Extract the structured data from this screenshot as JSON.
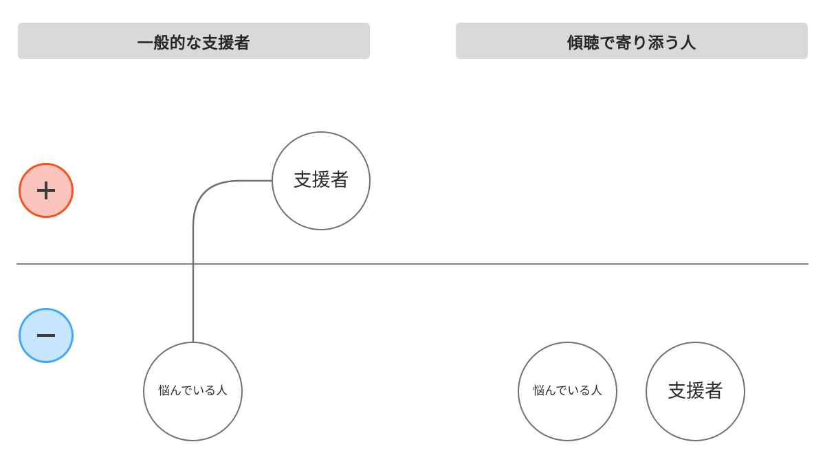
{
  "columns": [
    {
      "id": "general-supporter",
      "title": "一般的な支援者"
    },
    {
      "id": "active-listener",
      "title": "傾聴で寄り添う人"
    }
  ],
  "axis": {
    "positive_label": "+",
    "negative_label": "−",
    "positive_fill": "#fac4bc",
    "positive_border": "#f4511e",
    "negative_fill": "#c6e6fd",
    "negative_border": "#42a5f5",
    "divider_color": "#808080"
  },
  "nodes": [
    {
      "id": "left-supporter",
      "label": "支援者",
      "column": "general-supporter",
      "polarity": "positive"
    },
    {
      "id": "left-troubled",
      "label": "悩んでいる人",
      "column": "general-supporter",
      "polarity": "negative"
    },
    {
      "id": "right-troubled",
      "label": "悩んでいる人",
      "column": "active-listener",
      "polarity": "negative"
    },
    {
      "id": "right-supporter",
      "label": "支援者",
      "column": "active-listener",
      "polarity": "negative"
    }
  ],
  "connector": {
    "from": "left-troubled",
    "to": "left-supporter",
    "color": "#707070"
  }
}
